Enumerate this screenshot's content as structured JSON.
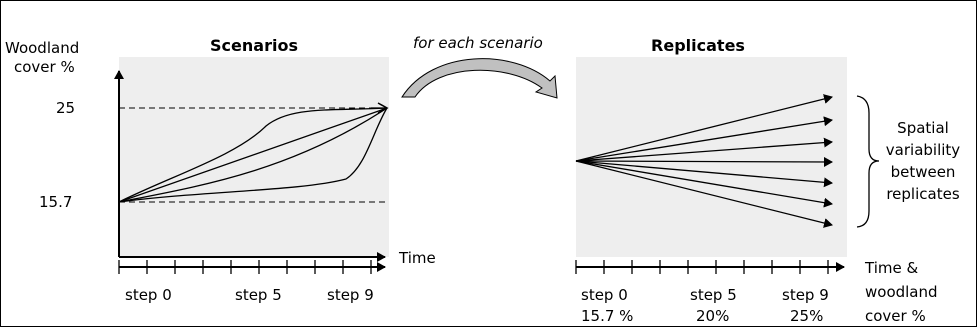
{
  "colors": {
    "panel_bg": "#eeeeee",
    "line": "#000000",
    "curved_arrow_fill": "#c0c0c0"
  },
  "scenarios_panel": {
    "title": "Scenarios",
    "y_axis_label_line1": "Woodland",
    "y_axis_label_line2": "cover %",
    "y_tick_top": "25",
    "y_tick_bottom": "15.7",
    "x_axis_label": "Time",
    "x_ticks": [
      "step 0",
      "step 5",
      "step 9"
    ]
  },
  "connector": {
    "label": "for each scenario"
  },
  "replicates_panel": {
    "title": "Replicates",
    "bracket_label": [
      "Spatial",
      "variability",
      "between",
      "replicates"
    ],
    "x_axis_label": [
      "Time &",
      "woodland",
      "cover %"
    ],
    "x_ticks": [
      {
        "step": "step 0",
        "cover": "15.7 %"
      },
      {
        "step": "step 5",
        "cover": "20%"
      },
      {
        "step": "step 9",
        "cover": "25%"
      }
    ]
  }
}
